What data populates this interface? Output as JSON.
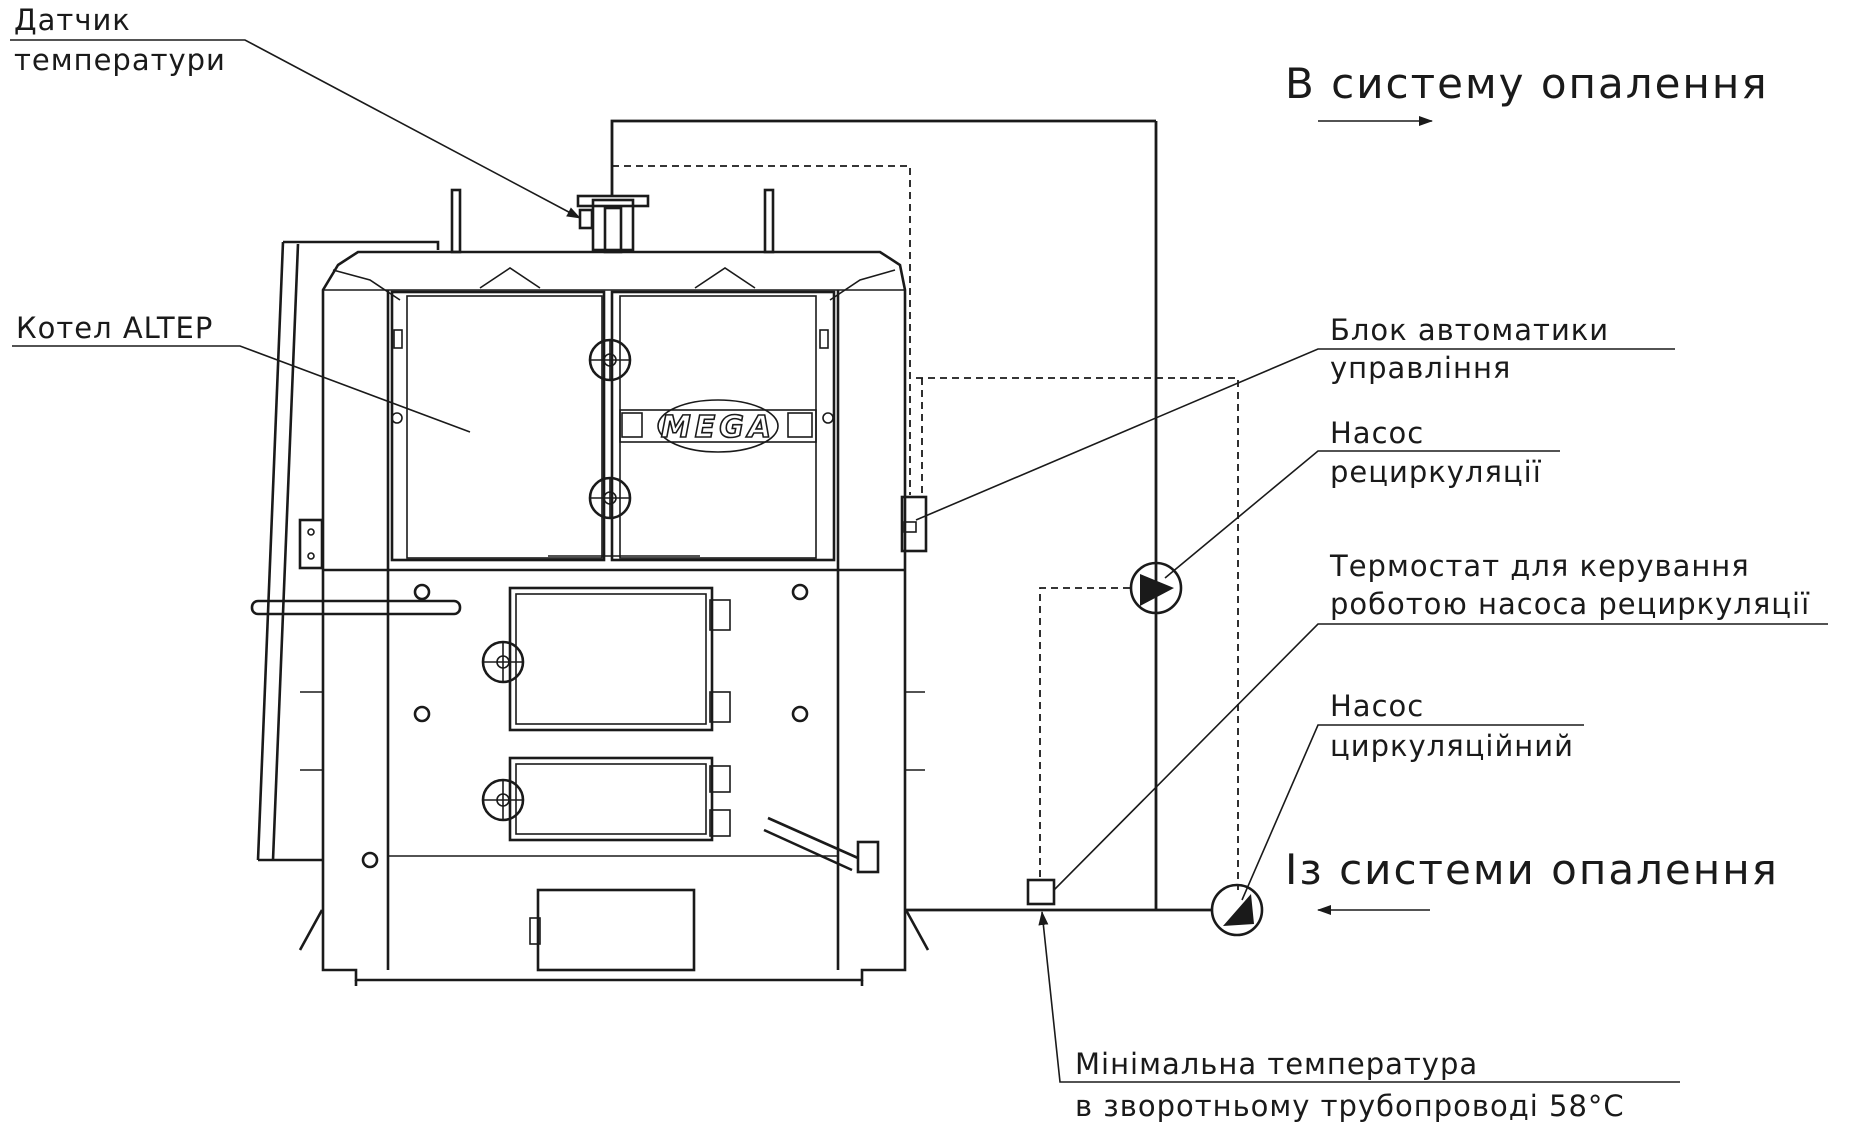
{
  "labels": {
    "sensor_line1": "Датчик",
    "sensor_line2": "температури",
    "boiler": "Котел ALTEP",
    "outlet": "В систему опалення",
    "control_line1": "Блок автоматики",
    "control_line2": "управління",
    "recirc_pump_line1": "Насос",
    "recirc_pump_line2": "рециркуляції",
    "thermostat_line1": "Термостат для керування",
    "thermostat_line2": "роботою насоса рециркуляції",
    "circ_pump_line1": "Насос",
    "circ_pump_line2": "циркуляційний",
    "inlet": "Із системи опалення",
    "min_temp_line1": "Мінімальна температура",
    "min_temp_line2": "в зворотньому трубопроводі 58°С"
  },
  "boiler": {
    "logo": "MEGA"
  }
}
